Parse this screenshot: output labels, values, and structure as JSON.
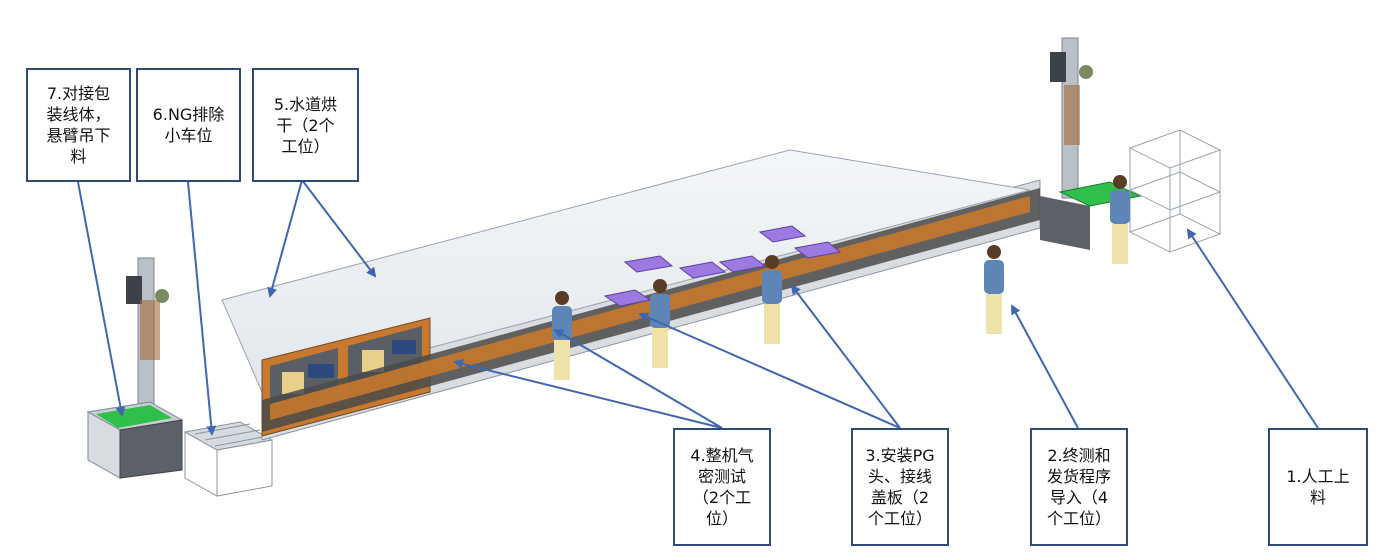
{
  "callouts": {
    "c7": "7.对接包\n装线体，\n悬臂吊下\n料",
    "c6": "6.NG排除\n小车位",
    "c5": "5.水道烘\n干（2个\n工位）",
    "c4": "4.整机气\n密测试\n（2个工\n位）",
    "c3": "3.安装PG\n头、接线\n盖板（2\n个工位）",
    "c2": "2.终测和\n发货程序\n导入（4\n个工位）",
    "c1": "1.人工上\n料"
  },
  "colors": {
    "callout_border": "#2f4a78",
    "leader_line": "#3f67b0",
    "frame": "#d9dde2",
    "frame_edge": "#9aa3ad",
    "panel_orange": "#c8792e",
    "panel_dark": "#4a4a4a",
    "conveyor_green": "#2fbf4a",
    "tray_purple": "#9c7ae0",
    "worker_shirt": "#5d86b6",
    "worker_pants": "#efe2a8"
  }
}
